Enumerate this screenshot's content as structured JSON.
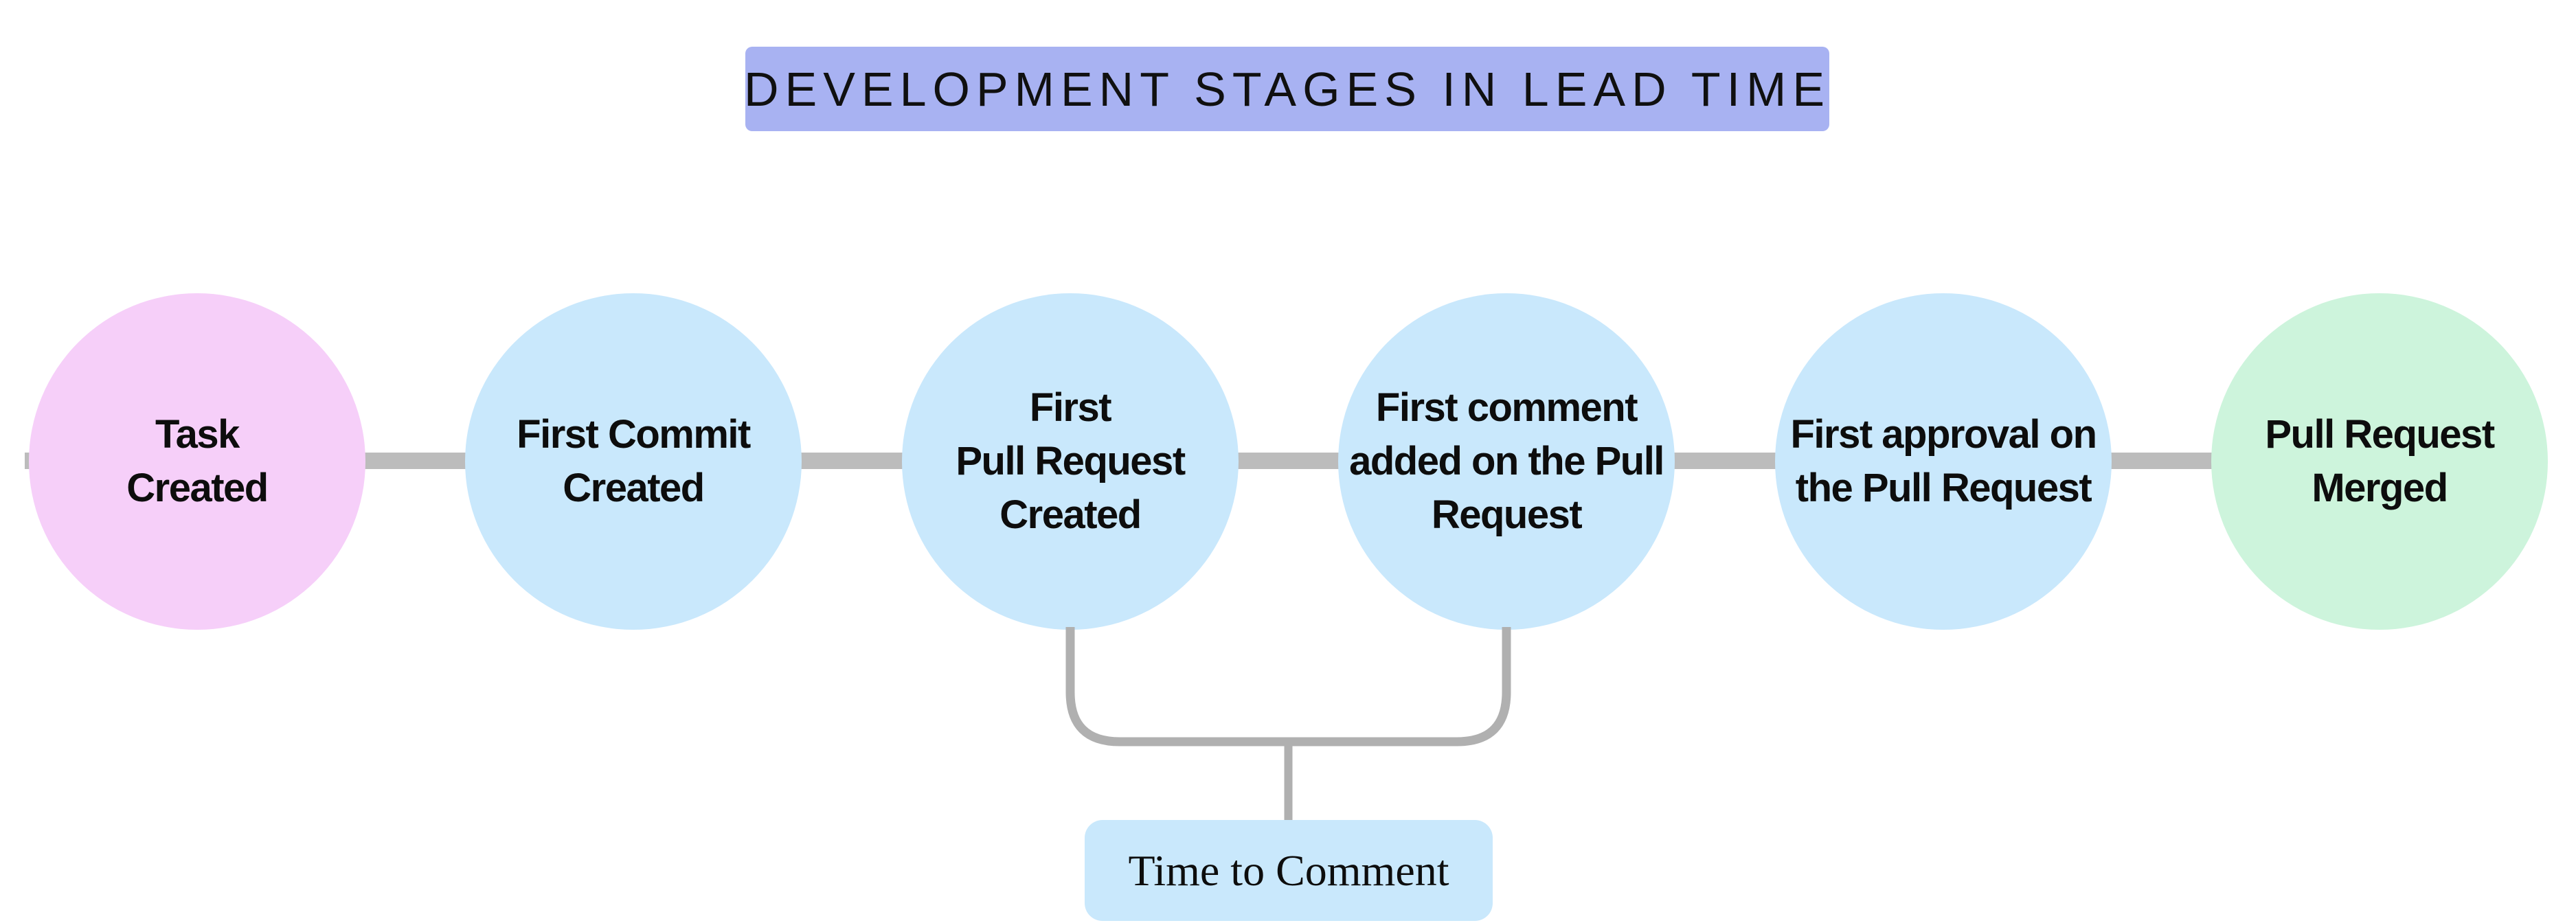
{
  "title": {
    "text": "DEVELOPMENT STAGES IN LEAD TIME",
    "bg_color": "#a8b2f2"
  },
  "stages": [
    {
      "id": "task-created",
      "lines": [
        "Task",
        "Created"
      ],
      "color": "#f6cff9"
    },
    {
      "id": "first-commit-created",
      "lines": [
        "First Commit",
        "Created"
      ],
      "color": "#c9e8fc"
    },
    {
      "id": "first-pull-request-created",
      "lines": [
        "First",
        "Pull Request",
        "Created"
      ],
      "color": "#c9e8fc"
    },
    {
      "id": "first-comment-added",
      "lines": [
        "First comment",
        "added on the Pull",
        "Request"
      ],
      "color": "#c9e8fc"
    },
    {
      "id": "first-approval",
      "lines": [
        "First approval on",
        "the Pull Request"
      ],
      "color": "#c9e8fc"
    },
    {
      "id": "pull-request-merged",
      "lines": [
        "Pull Request",
        "Merged"
      ],
      "color": "#cdf4dc"
    }
  ],
  "connector": {
    "color": "#bcbcbc"
  },
  "bracket": {
    "label": "Time to Comment",
    "label_bg": "#c9e8fc",
    "line_color": "#b0b0b0"
  }
}
